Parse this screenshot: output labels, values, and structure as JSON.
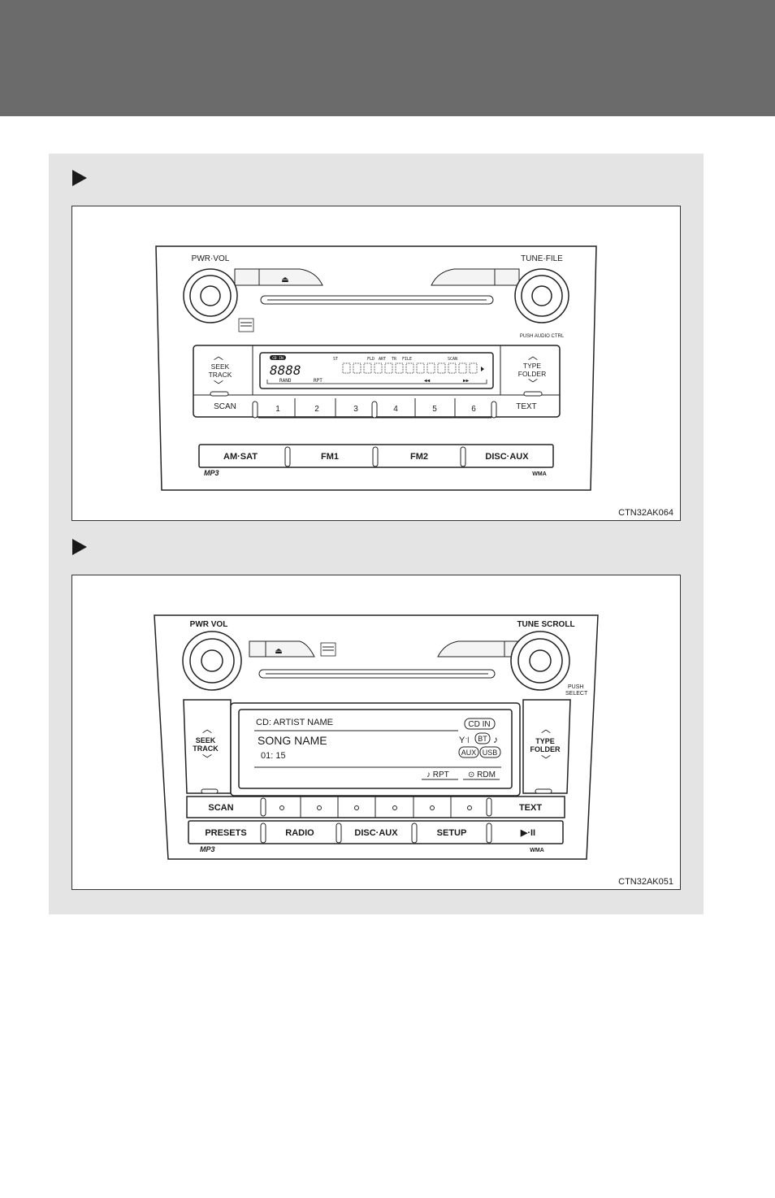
{
  "figure1": {
    "id": "CTN32AK064",
    "pwr_vol": "PWR·VOL",
    "tune_file": "TUNE·FILE",
    "push_audio_ctrl": "PUSH AUDIO CTRL",
    "seek": "SEEK",
    "track": "TRACK",
    "type": "TYPE",
    "folder": "FOLDER",
    "scan": "SCAN",
    "text": "TEXT",
    "presets": [
      "1",
      "2",
      "3",
      "4",
      "5",
      "6"
    ],
    "modes": [
      "AM·SAT",
      "FM1",
      "FM2",
      "DISC·AUX"
    ],
    "mp3": "MP3",
    "wma": "WMA",
    "lcd": {
      "cd_in": "CD IN",
      "st": "ST",
      "fld": "FLD",
      "art": "ART",
      "tr": "TR",
      "file": "FILE",
      "scan": "SCAN",
      "rand": "RAND",
      "rpt": "RPT",
      "rew": "◀◀",
      "ff": "▶▶"
    }
  },
  "figure2": {
    "id": "CTN32AK051",
    "pwr_vol": "PWR VOL",
    "tune_scroll": "TUNE SCROLL",
    "push": "PUSH",
    "select": "SELECT",
    "seek": "SEEK",
    "track": "TRACK",
    "type": "TYPE",
    "folder": "FOLDER",
    "scan": "SCAN",
    "text": "TEXT",
    "buttons": [
      "PRESETS",
      "RADIO",
      "DISC·AUX",
      "SETUP",
      "▶·II"
    ],
    "mp3": "MP3",
    "wma": "WMA",
    "screen": {
      "source_line": "CD:  ARTIST NAME",
      "song": "SONG NAME",
      "time": "01: 15",
      "cd_in": "CD IN",
      "bt": "BT",
      "aux": "AUX",
      "usb": "USB",
      "rpt": "♪ RPT",
      "rdm": "⊙ RDM"
    }
  }
}
